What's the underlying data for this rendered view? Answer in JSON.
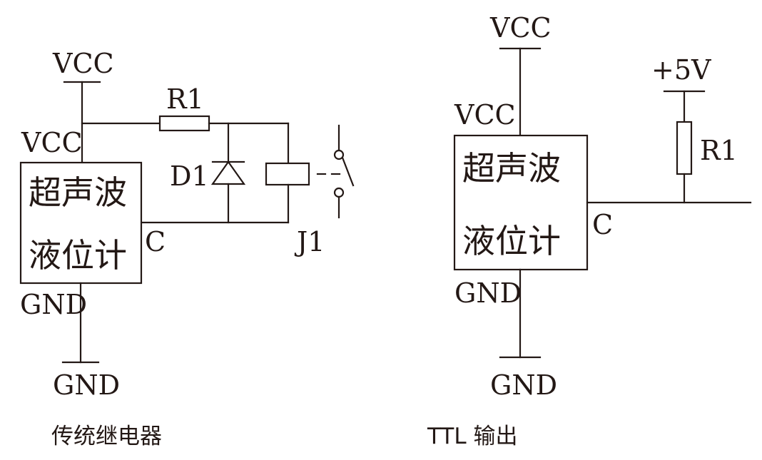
{
  "left_circuit": {
    "vcc_supply": "VCC",
    "vcc_pin": "VCC",
    "chip_line1": "超声波",
    "chip_line2": "液位计",
    "c_pin": "C",
    "gnd_pin": "GND",
    "gnd_symbol": "GND",
    "resistor": "R1",
    "diode": "D1",
    "relay": "J1",
    "caption": "传统继电器"
  },
  "right_circuit": {
    "vcc_supply": "VCC",
    "vcc_pin": "VCC",
    "chip_line1": "超声波",
    "chip_line2": "液位计",
    "c_pin": "C",
    "gnd_pin": "GND",
    "gnd_symbol": "GND",
    "pullup_supply": "+5V",
    "resistor": "R1",
    "caption": "TTL 输出"
  },
  "colors": {
    "ink": "#231815",
    "background": "#ffffff"
  }
}
